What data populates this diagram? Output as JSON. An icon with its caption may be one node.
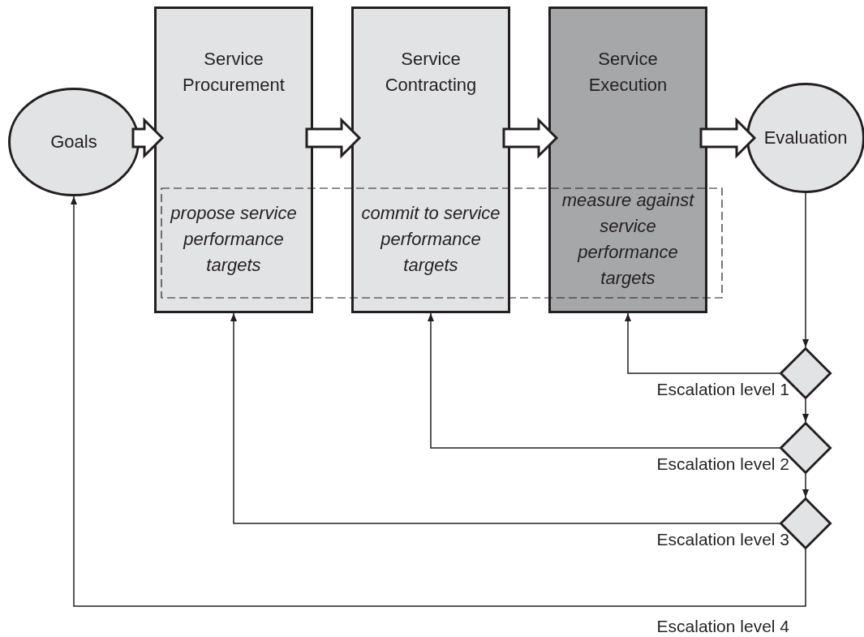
{
  "diagram": {
    "nodes": [
      {
        "text": [
          "Goals"
        ]
      },
      {
        "text": [
          "Service Procurement",
          "propose service performance targets"
        ]
      },
      {
        "text": [
          "Service Contracting",
          "commit to service performance targets"
        ]
      },
      {
        "text": [
          "Service Execution",
          "measure against service performance targets"
        ]
      },
      {
        "text": [
          "Evaluation"
        ]
      },
      {
        "text": [],
        "shape": "diamond",
        "beside": [
          "Escalation level 1"
        ]
      },
      {
        "text": [],
        "shape": "diamond",
        "beside": [
          "Escalation level 2"
        ]
      },
      {
        "text": [],
        "shape": "diamond",
        "beside": [
          "Escalation level 3"
        ]
      }
    ],
    "edges": [
      {
        "from": 0,
        "to": 1,
        "arrow": "to",
        "style": "thick"
      },
      {
        "from": 1,
        "to": 2,
        "arrow": "to",
        "style": "thick"
      },
      {
        "from": 2,
        "to": 3,
        "arrow": "to",
        "style": "thick"
      },
      {
        "from": 3,
        "to": 4,
        "arrow": "to",
        "style": "thick"
      },
      {
        "from": 4,
        "to": 5,
        "arrow": "to"
      },
      {
        "from": 5,
        "to": 6,
        "arrow": "to"
      },
      {
        "from": 6,
        "to": 7,
        "arrow": "to"
      },
      {
        "from": 5,
        "to": 3,
        "arrow": "to"
      },
      {
        "from": 6,
        "to": 2,
        "arrow": "to"
      },
      {
        "from": 7,
        "to": 1,
        "arrow": "to"
      },
      {
        "from": 7,
        "to": 0,
        "arrow": "to",
        "label": "Escalation level 4"
      }
    ]
  }
}
